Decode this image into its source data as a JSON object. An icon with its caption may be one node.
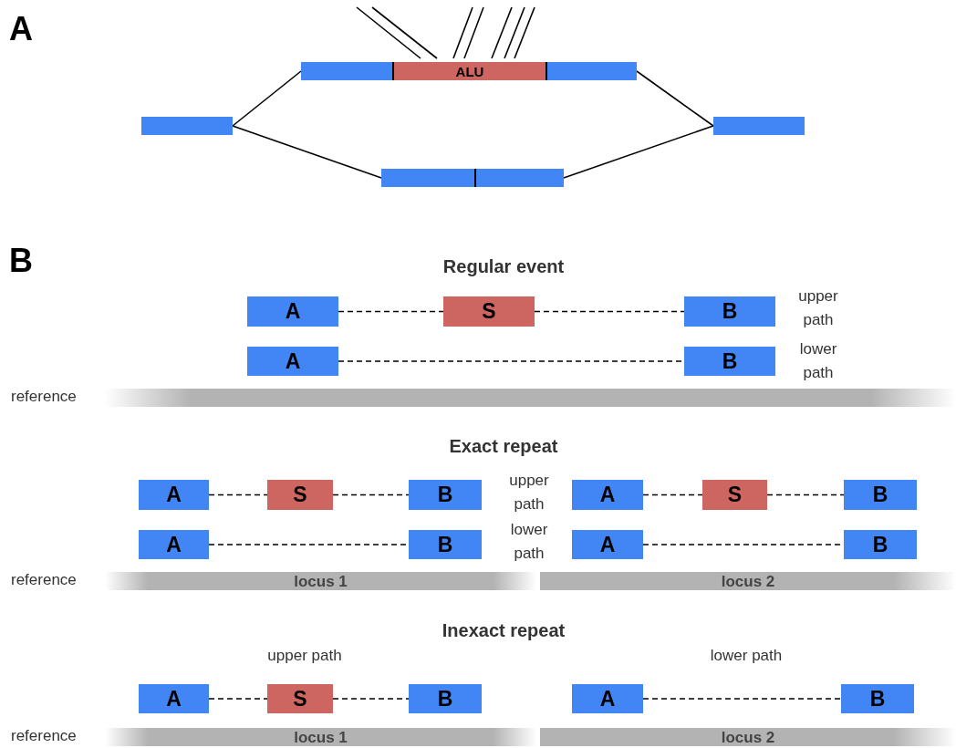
{
  "diagram": {
    "nodes": [
      {
        "text": [],
        "shape": "box"
      },
      {
        "text": [
          "ALU"
        ]
      },
      {
        "text": [],
        "shape": "box"
      },
      {
        "text": [],
        "shape": "box"
      },
      {
        "text": [],
        "shape": "box"
      },
      {
        "text": [],
        "shape": "box"
      },
      {
        "text": [],
        "shape": "box"
      },
      {
        "text": [
          "A"
        ]
      },
      {
        "text": [
          "S"
        ]
      },
      {
        "text": [
          "B"
        ]
      },
      {
        "text": [
          "A"
        ]
      },
      {
        "text": [
          "B"
        ]
      },
      {
        "text": [],
        "shape": "bar",
        "beside": [
          "reference"
        ]
      },
      {
        "text": [
          "A"
        ]
      },
      {
        "text": [
          "S"
        ]
      },
      {
        "text": [
          "B"
        ]
      },
      {
        "text": [
          "A"
        ]
      },
      {
        "text": [
          "S"
        ]
      },
      {
        "text": [
          "B"
        ]
      },
      {
        "text": [
          "A"
        ]
      },
      {
        "text": [
          "B"
        ]
      },
      {
        "text": [
          "A"
        ]
      },
      {
        "text": [
          "B"
        ]
      },
      {
        "text": [
          "locus 1"
        ],
        "beside": [
          "reference"
        ]
      },
      {
        "text": [
          "locus 2"
        ]
      },
      {
        "text": [
          "A"
        ]
      },
      {
        "text": [
          "S"
        ]
      },
      {
        "text": [
          "B"
        ]
      },
      {
        "text": [
          "A"
        ]
      },
      {
        "text": [
          "B"
        ]
      },
      {
        "text": [
          "locus 1"
        ],
        "beside": [
          "reference"
        ]
      },
      {
        "text": [
          "locus 2"
        ]
      }
    ],
    "edges": [
      {
        "from": 3,
        "to": 0,
        "arrow": "none"
      },
      {
        "from": 3,
        "to": 5,
        "arrow": "none"
      },
      {
        "from": 2,
        "to": 4,
        "arrow": "none"
      },
      {
        "from": 6,
        "to": 4,
        "arrow": "none"
      },
      {
        "from": 7,
        "to": 8,
        "arrow": "none",
        "style": "dashed"
      },
      {
        "from": 8,
        "to": 9,
        "arrow": "none",
        "style": "dashed"
      },
      {
        "from": 10,
        "to": 11,
        "arrow": "none",
        "style": "dashed"
      },
      {
        "from": 13,
        "to": 14,
        "arrow": "none",
        "style": "dashed"
      },
      {
        "from": 14,
        "to": 15,
        "arrow": "none",
        "style": "dashed"
      },
      {
        "from": 16,
        "to": 17,
        "arrow": "none",
        "style": "dashed"
      },
      {
        "from": 17,
        "to": 18,
        "arrow": "none",
        "style": "dashed"
      },
      {
        "from": 19,
        "to": 20,
        "arrow": "none",
        "style": "dashed"
      },
      {
        "from": 21,
        "to": 22,
        "arrow": "none",
        "style": "dashed"
      },
      {
        "from": 25,
        "to": 26,
        "arrow": "none",
        "style": "dashed"
      },
      {
        "from": 26,
        "to": 27,
        "arrow": "none",
        "style": "dashed"
      },
      {
        "from": 28,
        "to": 29,
        "arrow": "none",
        "style": "dashed"
      }
    ],
    "labels": [
      "A",
      "B",
      "Regular event",
      "upper path",
      "lower path",
      "Exact repeat",
      "upper path",
      "lower path",
      "Inexact repeat",
      "upper path",
      "lower path"
    ]
  }
}
